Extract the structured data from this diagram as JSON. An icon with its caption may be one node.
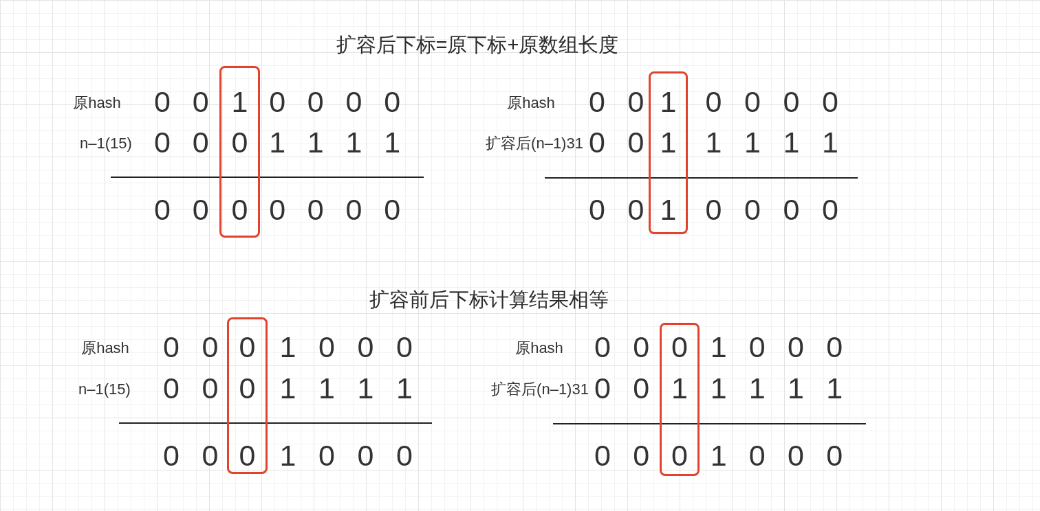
{
  "diagram": {
    "title": "扩容后下标=原下标+原数组长度",
    "nodes": [
      {
        "text": [
          "1",
          "0",
          "0"
        ]
      },
      {
        "text": [
          "1",
          "1",
          "1"
        ]
      },
      {
        "text": [
          "0",
          "0",
          "0"
        ]
      },
      {
        "text": [
          "0",
          "1",
          "0"
        ]
      }
    ],
    "labels": [
      "原hash",
      "0 0",
      "0 0 0 0",
      "n–1(15)",
      "0 0",
      "1 1 1 1",
      "0 0",
      "0 0 0 0",
      "原hash",
      "0 0",
      "0 0 0 0",
      "扩容后(n–1)31",
      "0 0",
      "1 1 1 1",
      "0 0",
      "0 0 0 0",
      "扩容前后下标计算结果相等",
      "原hash",
      "0 0",
      "1 0 0 0",
      "n–1(15)",
      "0 0",
      "1 1 1 1",
      "0 0",
      "1 0 0 0",
      "原hash",
      "0 0",
      "1 0 0 0",
      "扩容后(n–1)31",
      "0 0",
      "1 1 1 1",
      "0 0",
      "1 0 0 0"
    ]
  }
}
